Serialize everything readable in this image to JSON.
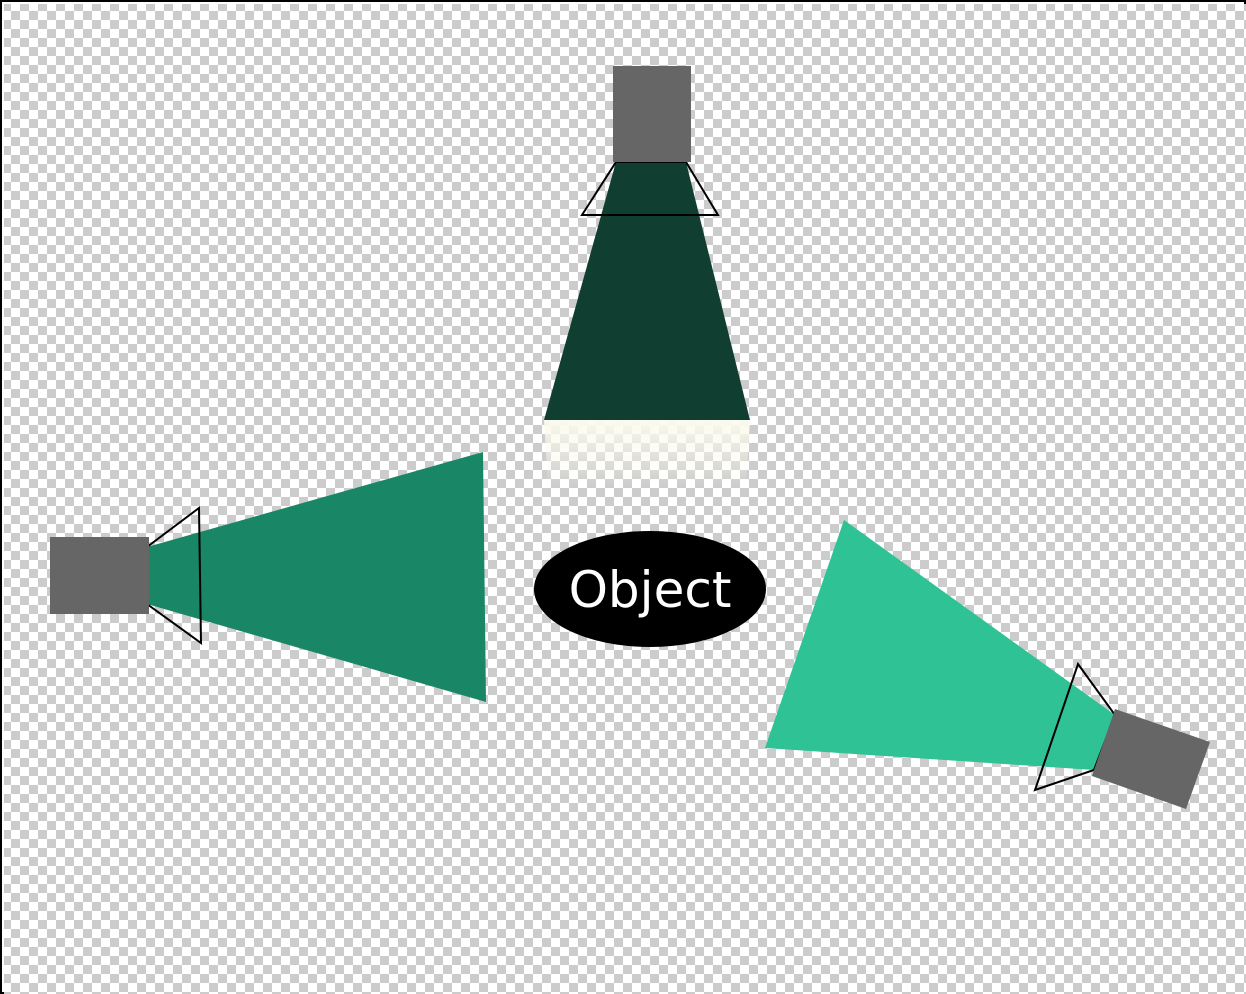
{
  "diagram": {
    "center_object": {
      "label": "Object",
      "fill": "#000000",
      "text_color": "#ffffff"
    },
    "lights": [
      {
        "id": "top",
        "beam_color": "#103f32",
        "fade_color": "#fbfaed"
      },
      {
        "id": "left",
        "beam_color": "#198766"
      },
      {
        "id": "bottom-right",
        "beam_color": "#2fc294"
      }
    ],
    "lamp_body_color": "#666666",
    "lamp_shade_stroke": "#000000",
    "background": "transparent-checkerboard"
  }
}
